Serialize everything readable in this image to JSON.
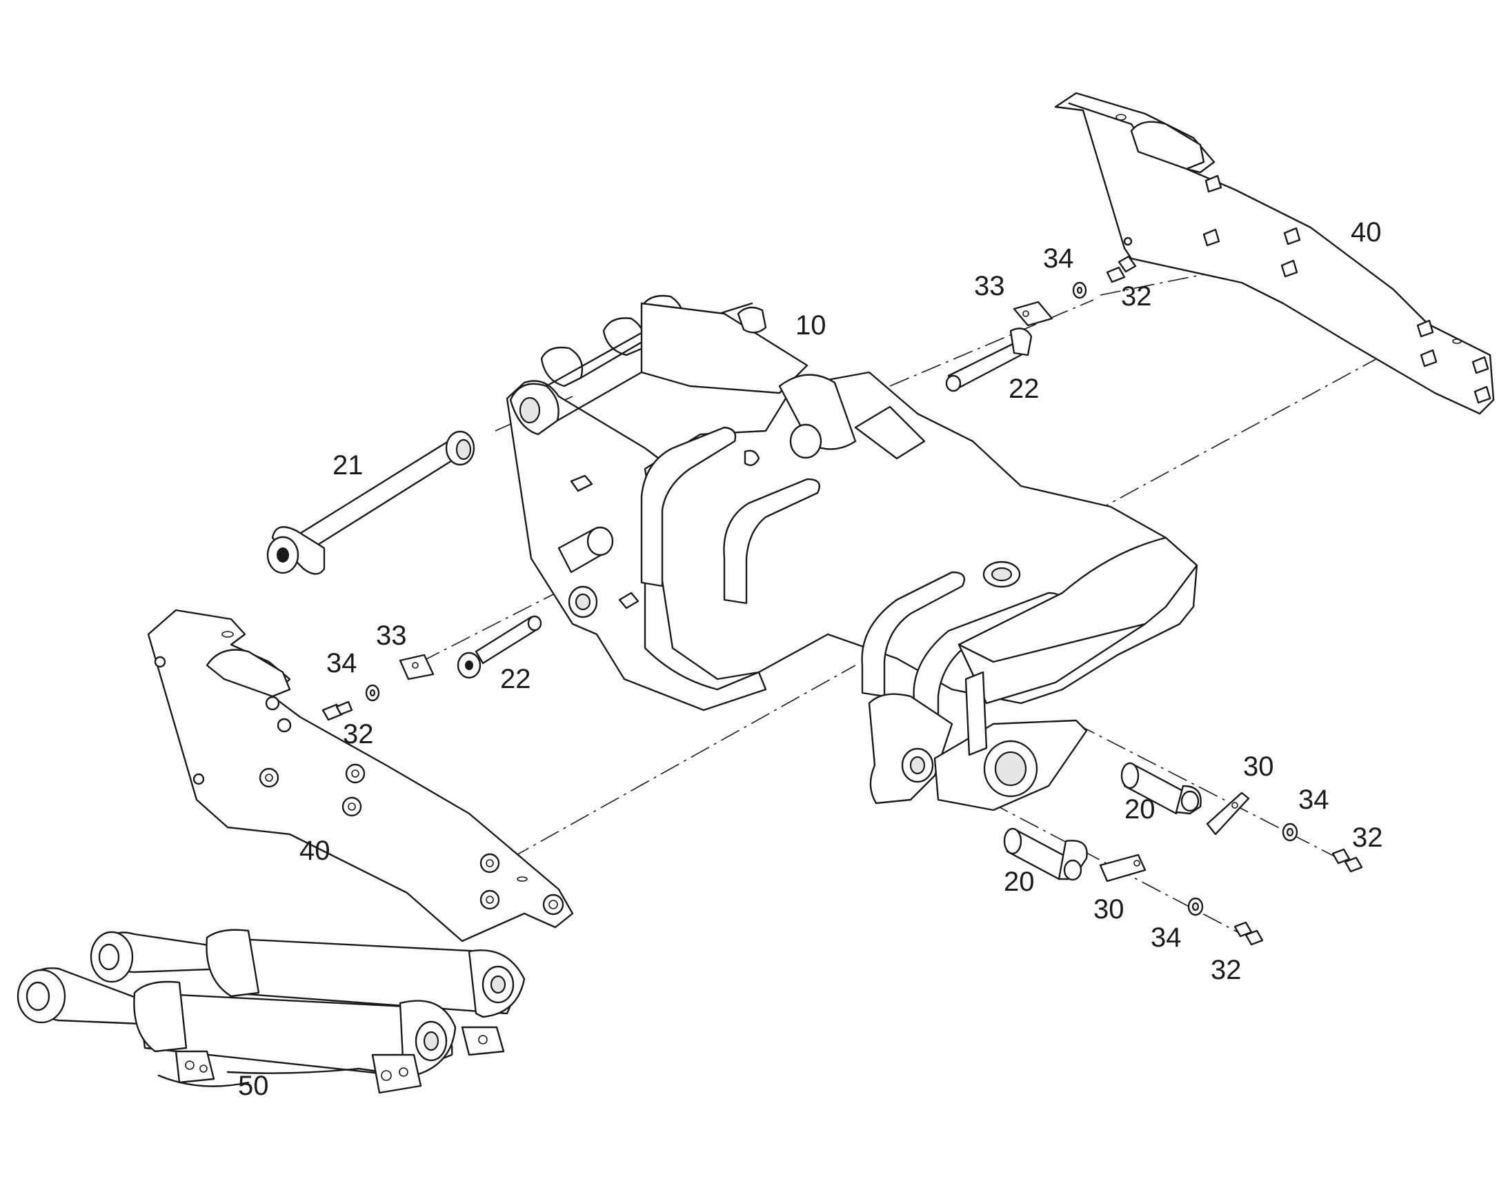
{
  "callouts": {
    "main_beam": "10",
    "pin_left_long": "21",
    "pin_top": "22",
    "pin_left_mid": "22",
    "plate_top": "33",
    "plate_left": "33",
    "washer_top": "34",
    "washer_left": "34",
    "bolt_top": "32",
    "bolt_left": "32",
    "bracket_top_right": "40",
    "bracket_bottom_left": "40",
    "pin_right_upper": "20",
    "pin_right_lower": "20",
    "plate_right_upper": "30",
    "plate_right_lower": "30",
    "washer_right_upper": "34",
    "washer_right_lower": "34",
    "bolt_right_upper": "32",
    "bolt_right_lower": "32",
    "cylinders": "50"
  },
  "colors": {
    "line": "#1a1a1a",
    "background": "#ffffff",
    "shade": "#e6e6e6"
  }
}
